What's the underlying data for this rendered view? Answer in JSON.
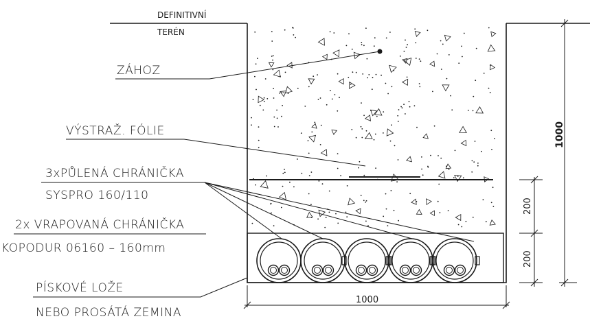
{
  "labels": {
    "terrain_line1": "DEFINITIVNÍ",
    "terrain_line2": "TERÉN",
    "backfill": "ZÁHOZ",
    "warning_foil": "VÝSTRAŽ. FÓLIE",
    "split_conduit_line1": "3xPŮLENÁ CHRÁNIČKA",
    "split_conduit_line2": "SYSPRO 160/110",
    "corrugated_conduit_line1": "2x VRAPOVANÁ CHRÁNIČKA",
    "corrugated_conduit_line2": "KOPODUR 06160 – 160mm",
    "sand_bed_line1": "PÍSKOVÉ LOŽE",
    "sand_bed_line2": "NEBO PROSÁTÁ ZEMINA"
  },
  "dimensions": {
    "trench_width": "1000",
    "trench_depth": "1000",
    "upper_layer": "200",
    "lower_layer": "200"
  },
  "pipes": {
    "count": 5,
    "small_conduits_per_pipe": 2
  },
  "colors": {
    "line": "#1a1a1a",
    "background": "#ffffff"
  }
}
